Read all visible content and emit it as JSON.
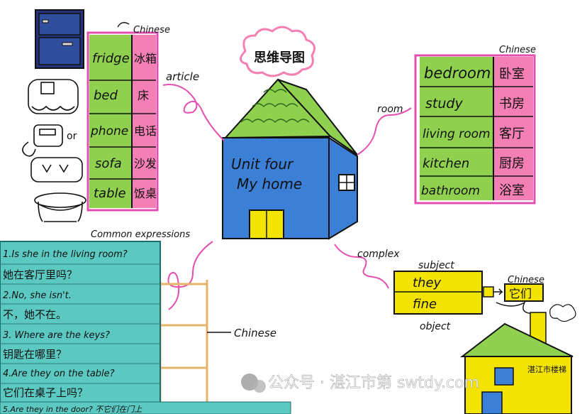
{
  "title": "思维导图",
  "house": {
    "line1": "Unit four",
    "line2": "My home"
  },
  "branch_labels": {
    "article": "article",
    "room": "room",
    "complex": "complex",
    "common_expressions": "Common expressions",
    "chinese_lower": "Chinese"
  },
  "article": {
    "header": "Chinese",
    "rows": [
      {
        "en": "fridge",
        "zh": "冰箱"
      },
      {
        "en": "bed",
        "zh": "床"
      },
      {
        "en": "phone",
        "zh": "电话"
      },
      {
        "en": "sofa",
        "zh": "沙发"
      },
      {
        "en": "table",
        "zh": "饭桌"
      }
    ]
  },
  "room": {
    "header": "Chinese",
    "rows": [
      {
        "en": "bedroom",
        "zh": "卧室"
      },
      {
        "en": "study",
        "zh": "书房"
      },
      {
        "en": "living room",
        "zh": "客厅"
      },
      {
        "en": "kitchen",
        "zh": "厨房"
      },
      {
        "en": "bathroom",
        "zh": "浴室"
      }
    ]
  },
  "complex": {
    "subject_label": "subject",
    "object_label": "object",
    "chinese_label": "Chinese",
    "words": [
      "they",
      "fine"
    ],
    "translation": "它们"
  },
  "expressions": [
    "1.Is she in the living room?",
    "她在客厅里吗？",
    "2.No, she isn't.",
    "不，她不在。",
    "3. Where are the keys?",
    "钥匙在哪里？",
    "4.Are they on the table?",
    "它们在桌子上吗？",
    "5.Are they in the door? 不它们在门上"
  ],
  "small_house_sign": "湛江市楼梯",
  "watermark": "公众号 · 湛江市第 swtdy.com",
  "colors": {
    "green": "#8fd14f",
    "pink": "#f47fb4",
    "blue": "#3b7fd6",
    "yellow": "#f3e400",
    "teal": "#5bc9c2",
    "magenta_border": "#e34fb0"
  }
}
